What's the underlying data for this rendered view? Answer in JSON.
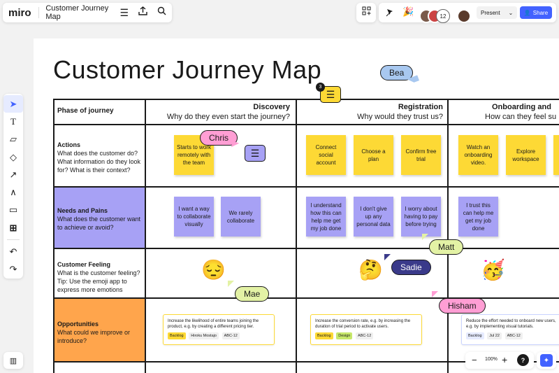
{
  "app": {
    "logo": "miro",
    "board_name": "Customer Journey Map"
  },
  "topbar": {
    "present_label": "Present",
    "share_label": "Share",
    "collaborator_count": "12"
  },
  "board": {
    "title": "Customer Journey Map",
    "header_label": "Phase of journey",
    "phases": [
      {
        "name": "Discovery",
        "question": "Why do they even start the journey?"
      },
      {
        "name": "Registration",
        "question": "Why would they trust us?"
      },
      {
        "name": "Onboarding and",
        "question": "How can they feel su"
      }
    ],
    "rows": [
      {
        "title": "Actions",
        "desc": "What does the customer do? What information do they look for? What is their context?"
      },
      {
        "title": "Needs and Pains",
        "desc": "What does the customer want to achieve or avoid?"
      },
      {
        "title": "Customer Feeling",
        "desc": "What is the customer feeling? Tip: Use the emoji app to express more emotions"
      },
      {
        "title": "Opportunities",
        "desc": "What could we improve or introduce?"
      }
    ],
    "actions_stickies": [
      "Starts to work remotely with the team",
      "Connect social account",
      "Choose a plan",
      "Confirm free trial",
      "Watch an onboarding video.",
      "Explore workspace"
    ],
    "needs_stickies": [
      "I want a way to collaborate visually",
      "We rarely collaborate",
      "I understand how this can help me get my job done",
      "I don't give up any personal data",
      "I worry about having to pay before trying",
      "I trust this can help me get my job done"
    ],
    "cards": [
      {
        "text": "Increase the likelihood of entire teams joining the product, e.g. by creating a different pricing tier.",
        "tags": [
          "Backlog",
          "Hiroku Mostajo",
          "ABC-12"
        ]
      },
      {
        "text": "Increase the conversion rate, e.g. by increasing the duration of trial period to activate users.",
        "tags": [
          "Backlog",
          "Design",
          "ABC-12"
        ]
      },
      {
        "text": "Reduce the effort needed to onboard new users, e.g. by implementing visual tutorials.",
        "tags": [
          "Backlog",
          "Jul 22",
          "ABC-12"
        ]
      }
    ],
    "comment_count": "3",
    "cursors": {
      "bea": "Bea",
      "chris": "Chris",
      "matt": "Matt",
      "sadie": "Sadie",
      "mae": "Mae",
      "hisham": "Hisham"
    },
    "emojis": {
      "sad": "😔",
      "thinking": "🤔",
      "party": "🥳"
    }
  },
  "zoom": {
    "level": "100%",
    "minus": "−",
    "plus": "+",
    "help": "?"
  },
  "colors": {
    "accent": "#4262ff",
    "yellow": "#fdd935",
    "purple": "#a7a1f5",
    "orange": "#ffa54c"
  }
}
